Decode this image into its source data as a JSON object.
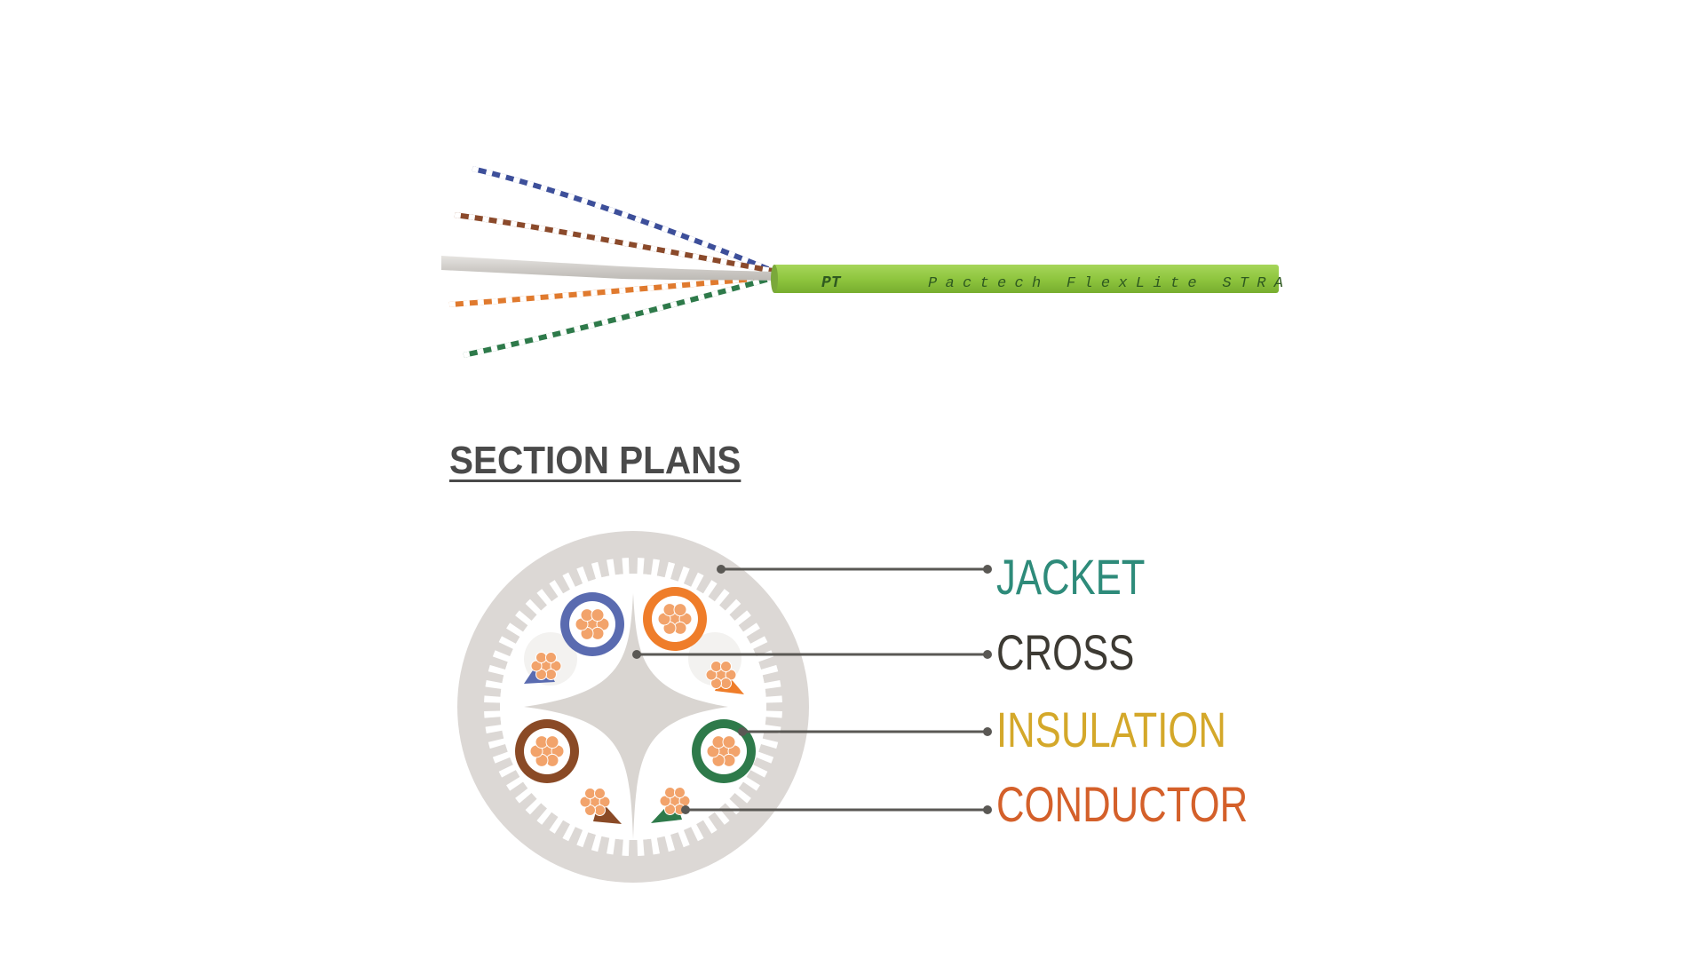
{
  "cable": {
    "jacket_print": "Pactech FlexLite STRA",
    "jacket_logo": "PT",
    "jacket_color": "#8fc63f",
    "pair_colors": [
      "#3d4f9a",
      "#8b4a2b",
      "#d9d6d1",
      "#e07a2e",
      "#2e7a4a"
    ]
  },
  "section": {
    "title": "SECTION PLANS"
  },
  "labels": {
    "jacket": {
      "text": "JACKET",
      "color": "#2e8b7a"
    },
    "cross": {
      "text": "CROSS",
      "color": "#3d3a33"
    },
    "insulation": {
      "text": "INSULATION",
      "color": "#d4a82a"
    },
    "conductor": {
      "text": "CONDUCTOR",
      "color": "#d4602a"
    }
  },
  "cross_section": {
    "pair_colors": [
      "#5a6bb0",
      "#ef7d2a",
      "#8a4a26",
      "#2e7a4a"
    ],
    "conductor_color": "#f2a36b",
    "jacket_color": "#dcd8d5"
  }
}
